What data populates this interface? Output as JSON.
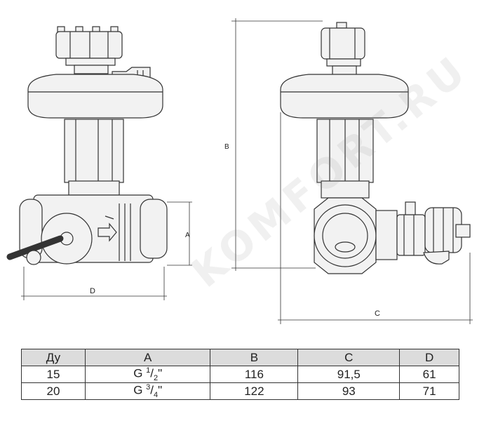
{
  "drawing": {
    "dimension_labels": {
      "d": "D",
      "a": "A",
      "b": "B",
      "c": "C"
    },
    "watermark": "KOMFORT.RU",
    "line_color": "#333333",
    "fill_color": "#f2f2f2",
    "header_bg": "#dcdcdc"
  },
  "table": {
    "headers": [
      "Ду",
      "A",
      "B",
      "C",
      "D"
    ],
    "rows": [
      {
        "dn": "15",
        "a_base": "G ",
        "a_frac_num": "1",
        "a_frac_den": "2",
        "a_suffix": "\"",
        "b": "116",
        "c": "91,5",
        "d": "61"
      },
      {
        "dn": "20",
        "a_base": "G ",
        "a_frac_num": "3",
        "a_frac_den": "4",
        "a_suffix": "\"",
        "b": "122",
        "c": "93",
        "d": "71"
      }
    ]
  }
}
